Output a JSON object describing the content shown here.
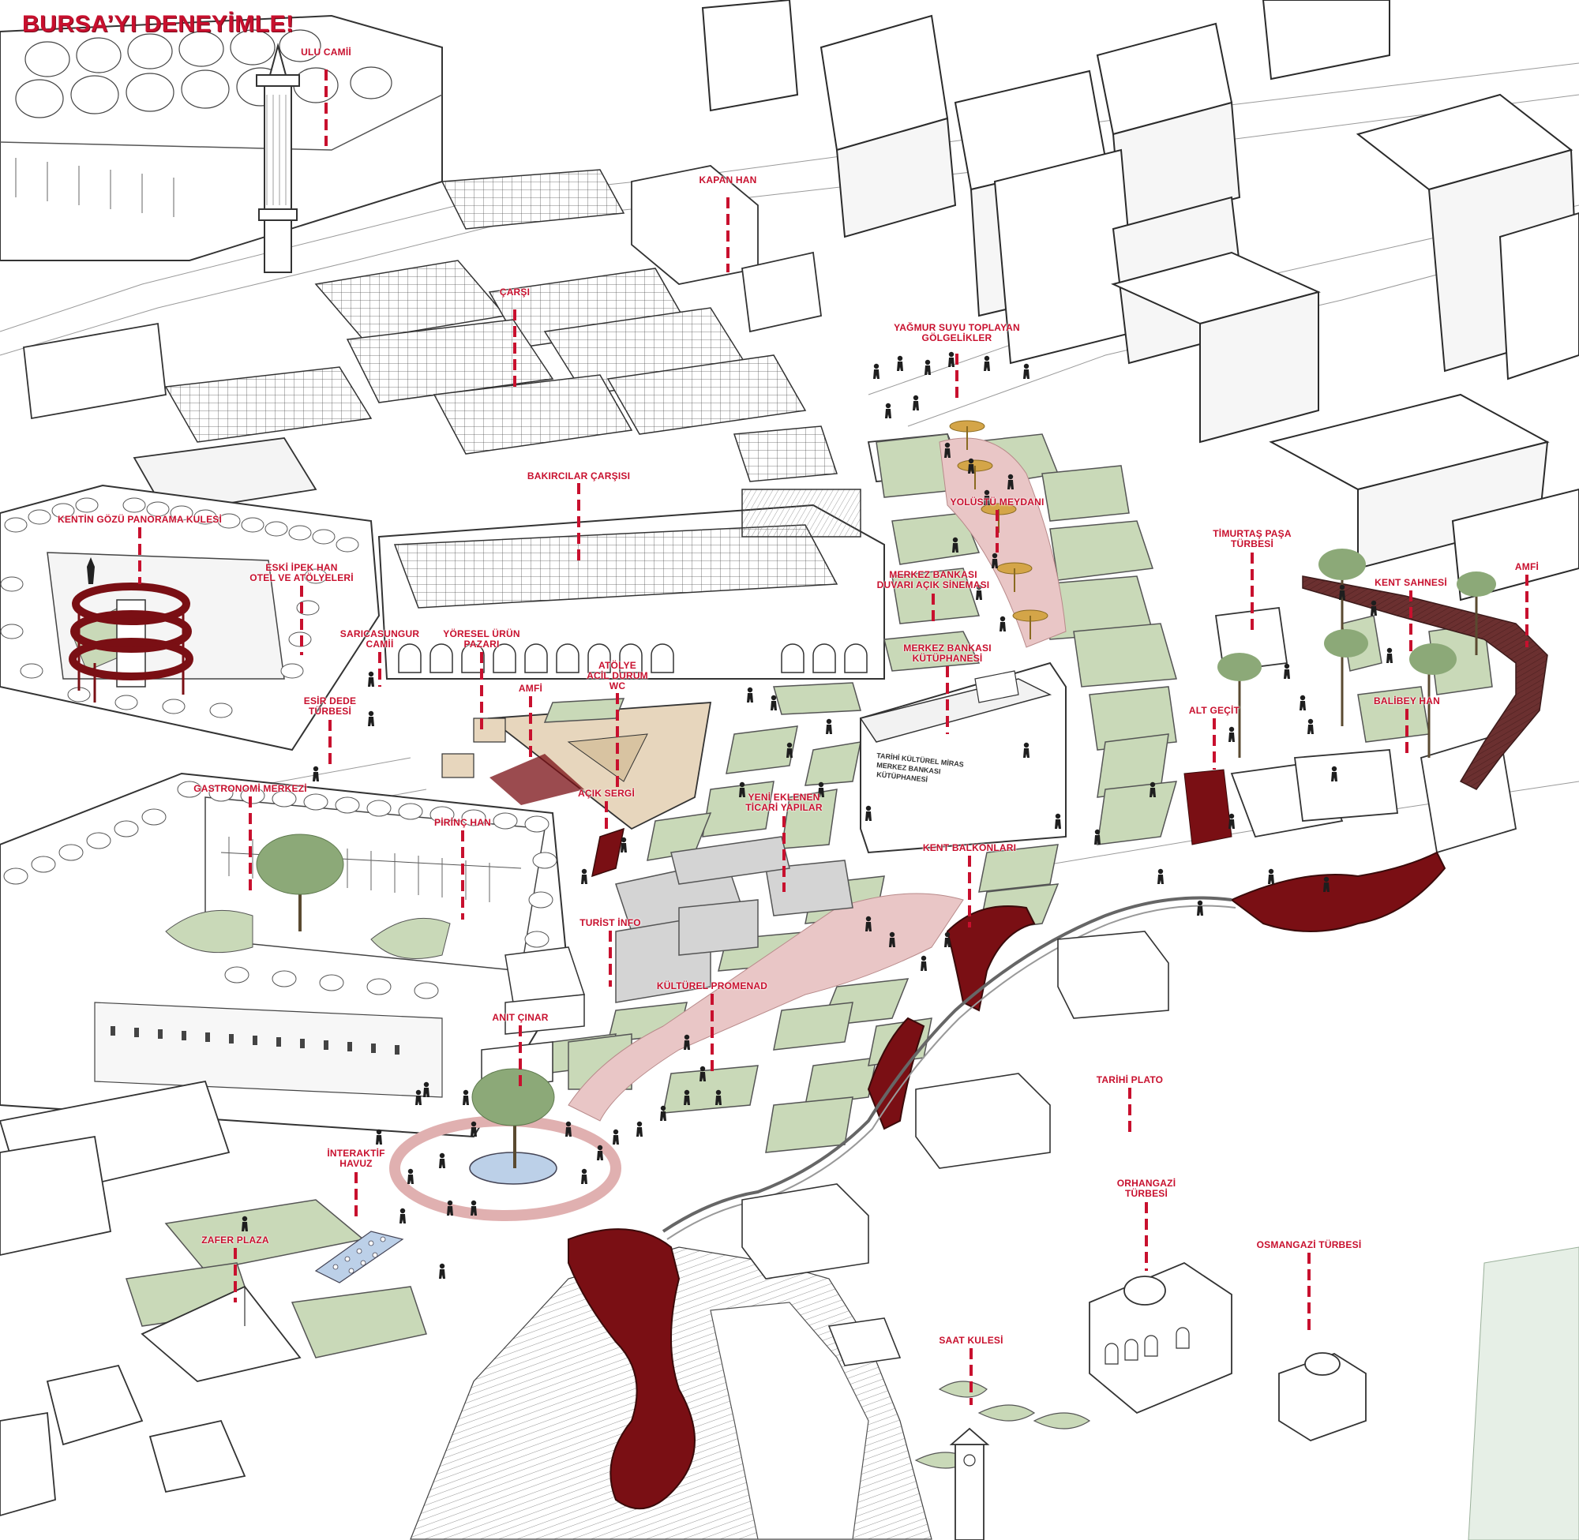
{
  "title": "BURSA’YI DENEYİMLE!",
  "labels": [
    {
      "key": "ulu_camii",
      "text": "ULU CAMİİ"
    },
    {
      "key": "kapan_han",
      "text": "KAPAN HAN"
    },
    {
      "key": "carsi",
      "text": "ÇARŞI"
    },
    {
      "key": "yagmur",
      "text": "YAĞMUR SUYU TOPLAYAN\nGÖLGELİKLER"
    },
    {
      "key": "bakircilar",
      "text": "BAKIRCILAR ÇARŞISI"
    },
    {
      "key": "yolustu",
      "text": "YOLÜSTÜ MEYDANI"
    },
    {
      "key": "kentin_gozu",
      "text": "KENTİN GÖZÜ PANORAMA KULESİ"
    },
    {
      "key": "eski_ipek",
      "text": "ESKİ İPEK HAN\nOTEL VE ATÖLYELERİ"
    },
    {
      "key": "timurtas",
      "text": "TİMURTAŞ PAŞA\nTÜRBESİ"
    },
    {
      "key": "amfi_right",
      "text": "AMFİ"
    },
    {
      "key": "kent_sahnesi",
      "text": "KENT SAHNESİ"
    },
    {
      "key": "merkez_sinema",
      "text": "MERKEZ BANKASI\nDUVARI AÇIK SİNEMASI"
    },
    {
      "key": "saricasungur",
      "text": "SARICASUNGUR\nCAMİİ"
    },
    {
      "key": "yoresel",
      "text": "YÖRESEL ÜRÜN\nPAZARI"
    },
    {
      "key": "atolye",
      "text": "ATÖLYE\nACİL DURUM\nWC"
    },
    {
      "key": "merkez_kutuphane",
      "text": "MERKEZ BANKASI\nKÜTÜPHANESİ"
    },
    {
      "key": "amfi_mid",
      "text": "AMFİ"
    },
    {
      "key": "balibey",
      "text": "BALİBEY HAN"
    },
    {
      "key": "esir_dede",
      "text": "ESİR DEDE\nTÜRBESİ"
    },
    {
      "key": "alt_gecit",
      "text": "ALT GEÇİT"
    },
    {
      "key": "gastronomi",
      "text": "GASTRONOMİ MERKEZİ"
    },
    {
      "key": "acik_sergi",
      "text": "AÇIK SERGİ"
    },
    {
      "key": "yeni_eklenen",
      "text": "YENİ EKLENEN\nTİCARİ YAPILAR"
    },
    {
      "key": "pirinc_han",
      "text": "PİRİNÇ HAN"
    },
    {
      "key": "kent_balkonlari",
      "text": "KENT BALKONLARI"
    },
    {
      "key": "turist_info",
      "text": "TURİST İNFO"
    },
    {
      "key": "kulturel_promenad",
      "text": "KÜLTÜREL PROMENAD"
    },
    {
      "key": "anit_cinar",
      "text": "ANIT ÇINAR"
    },
    {
      "key": "tarihi_plato",
      "text": "TARİHİ PLATO"
    },
    {
      "key": "interaktif",
      "text": "İNTERAKTİF\nHAVUZ"
    },
    {
      "key": "orhangazi",
      "text": "ORHANGAZİ\nTÜRBESİ"
    },
    {
      "key": "zafer_plaza",
      "text": "ZAFER PLAZA"
    },
    {
      "key": "osmangazi",
      "text": "OSMANGAZİ TÜRBESİ"
    },
    {
      "key": "saat_kulesi",
      "text": "SAAT KULESİ"
    }
  ],
  "building_sign": "TARİHİ KÜLTÜREL MİRAS\nMERKEZ BANKASI\nKÜTÜPHANESİ",
  "colors": {
    "accent_red": "#c8102e",
    "dark_red": "#7a0f14",
    "green_pad": "#c9d9b8",
    "pink_path": "#e9c6c6",
    "tan_roof": "#e7d6bd",
    "grey_roof": "#d4d4d4",
    "tree_green": "#8ca978",
    "line": "#3a3a3a"
  }
}
